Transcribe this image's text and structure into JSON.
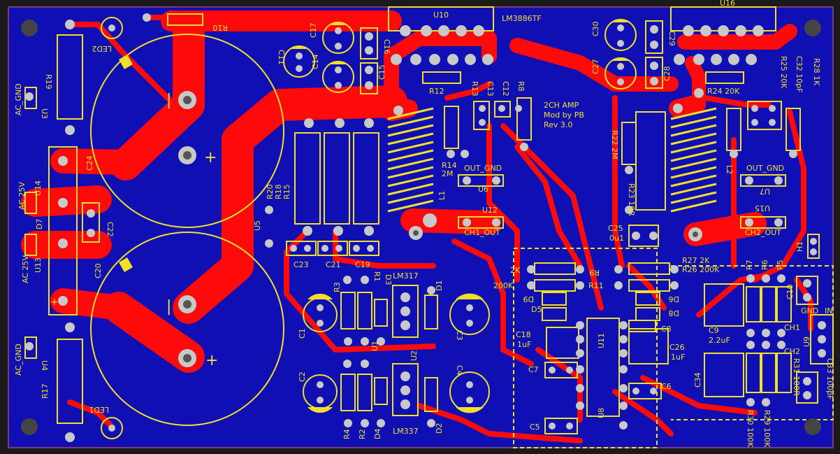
{
  "colors": {
    "background": "#1a1a1a",
    "board": "#0f0fb4",
    "copper": "#ff0a0a",
    "silk": "#f0e02a",
    "pad": "#c8c8c8",
    "hole": "#555555",
    "edge": "#7a3a7a"
  },
  "labels": {
    "u10": "U10",
    "lm3886": "LM3886TF",
    "u16": "U16",
    "r10": "R10",
    "led2": "LED2",
    "r19": "R19",
    "u3": "U3",
    "ac_gnd_top": "AC_GND",
    "c11": "C11",
    "c17": "C17",
    "c14": "C14",
    "c16": "C16",
    "c15": "C15",
    "c30": "C30",
    "c29": "C29",
    "c27": "C27",
    "c28": "C28",
    "r28": "R28 1K",
    "c32": "C32 10pF",
    "r25": "R25 20K",
    "r12": "R12",
    "r13": "R13",
    "c13": "C13",
    "c12": "C12",
    "r8": "R8",
    "title1": "2CH AMP",
    "title2": "Mod by PB",
    "title3": "Rev 3.0",
    "r24": "R24 20K",
    "c24": "C24",
    "ac25v_1": "AC 25V",
    "u14": "U14",
    "r20": "R20",
    "r18": "R18",
    "r15": "R15",
    "r14": "R14",
    "r14v": "2M",
    "out_gnd1": "OUT_GND",
    "u6": "U6",
    "l1": "L1",
    "r22": "R22 2M",
    "r23": "R23 10R",
    "l2": "L2",
    "out_gnd2": "OUT_GND",
    "u7": "U7",
    "d7": "D7",
    "c22": "C22",
    "u5": "U5",
    "u12": "U12",
    "ch1_out": "CH1_OUT",
    "c25": "C25",
    "c25v": "0u1",
    "u15": "U15",
    "ch2_out": "CH2_OUT",
    "ac25v_2": "AC 25V",
    "u13": "U13",
    "c23": "C23",
    "c21": "C21",
    "c19": "C19",
    "lm317": "LM317",
    "h1": "H1",
    "c20": "C20",
    "r3": "R3",
    "r1": "R1",
    "d3": "D3",
    "d1": "D1",
    "r9v": "2K",
    "r9": "R9",
    "r27": "R27 2K",
    "r26": "R26 200K",
    "r7": "R7",
    "r6": "R6",
    "r5": "R5",
    "r11v": "200K",
    "r11": "R11",
    "d6": "D6",
    "d9": "D9",
    "d5": "D5",
    "d8": "D8",
    "c10": "C10",
    "gnd": "GND",
    "in": "IN",
    "c1": "C1",
    "u1": "U1",
    "c3": "C3",
    "c18": "C18",
    "c18v": "1uF",
    "u11": "U11",
    "c8": "C8",
    "c9": "C9",
    "c9v": "2.2uF",
    "ch1": "CH1",
    "u9": "U9",
    "ch2": "CH2",
    "c26": "C26",
    "c26v": "1uF",
    "c7": "C7",
    "c34": "C34",
    "r31": "R31 100R",
    "c33": "C33 100pF",
    "ac_gnd_bot": "AC_GND",
    "u4": "U4",
    "c2": "C2",
    "u2": "U2",
    "c4": "C4",
    "c6": "C6",
    "r17": "R17",
    "u8": "U8",
    "led1": "LED1",
    "r4": "R4",
    "r2": "R2",
    "d4": "D4",
    "lm337": "LM337",
    "d2": "D2",
    "c5": "C5",
    "r30": "R30 100K",
    "r29": "R29 100K",
    "minus1": "|",
    "plus1": "+",
    "minus2": "|",
    "plus2": "+",
    "plus_c20b": "+"
  }
}
